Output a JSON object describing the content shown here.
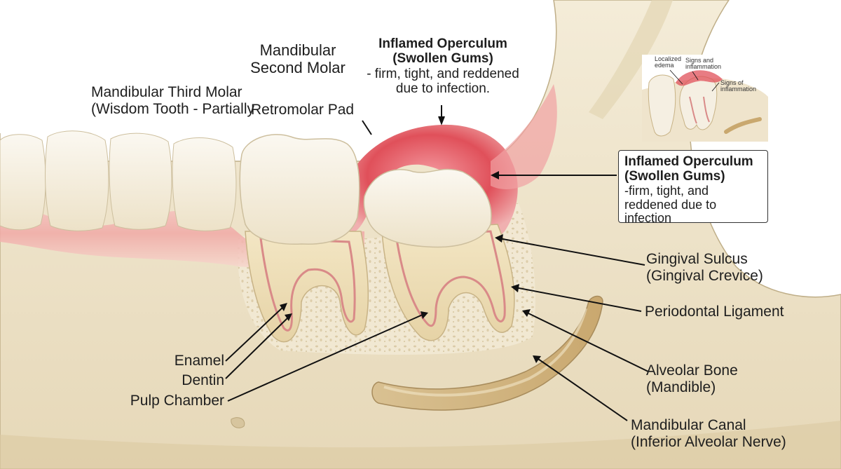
{
  "labels": {
    "mandibular_second_molar": [
      "Mandibular",
      "Second Molar"
    ],
    "third_molar": [
      "Mandibular Third Molar",
      "(Wisdom Tooth - Partially"
    ],
    "retromolar_pad": "Retromolar Pad",
    "operculum_top": {
      "title": [
        "Inflamed Operculum",
        "(Swollen Gums)"
      ],
      "desc": [
        "- firm, tight, and reddened",
        "due to infection."
      ]
    },
    "operculum_box": {
      "title": [
        "Inflamed Operculum",
        "(Swollen Gums)"
      ],
      "desc": [
        "-firm, tight, and",
        "reddened due to infection"
      ]
    },
    "gingival_sulcus": [
      "Gingival Sulcus",
      "(Gingival Crevice)"
    ],
    "periodontal_ligament": "Periodontal Ligament",
    "alveolar_bone": [
      "Alveolar Bone",
      "(Mandible)"
    ],
    "mandibular_canal": [
      "Mandibular Canal",
      "(Inferior Alveolar Nerve)"
    ],
    "enamel": "Enamel",
    "dentin": "Dentin",
    "pulp_chamber": "Pulp Chamber"
  },
  "inset": {
    "localized_edema": [
      "Localized",
      "edema"
    ],
    "signs_and_inflammation": [
      "Signs and",
      "inflammation"
    ],
    "signs_of_inflammation": [
      "Signs of",
      "inflammation"
    ]
  },
  "colors": {
    "bone": "#efe4cc",
    "gum": "#f3b7b5",
    "inflamed": "#e0505a",
    "enamel": "#f7f2e8",
    "root": "#efdfb8",
    "pulp": "#e7a5a2"
  }
}
